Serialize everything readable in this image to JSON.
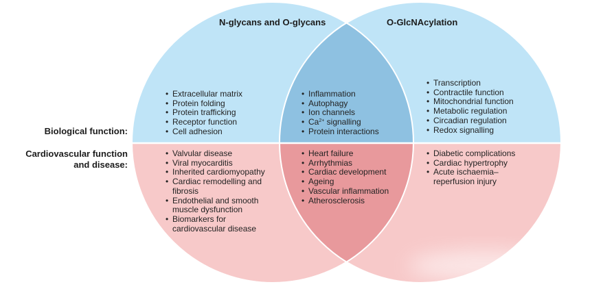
{
  "colors": {
    "blue": "#bfe4f7",
    "blue_overlap": "#8ec1e1",
    "pink": "#f7c9c9",
    "pink_overlap": "#e8999c",
    "divider": "#ffffff"
  },
  "circles": {
    "left_title": "N-glycans and O-glycans",
    "right_title": "O-GlcNAcylation"
  },
  "rows": {
    "biological_label": "Biological function:",
    "cardio_label_line1": "Cardiovascular function",
    "cardio_label_line2": "and disease:"
  },
  "biological": {
    "left": [
      "Extracellular matrix",
      "Protein folding",
      "Protein trafficking",
      "Receptor function",
      "Cell adhesion"
    ],
    "center": [
      "Inflammation",
      "Autophagy",
      "Ion channels",
      "Ca",
      "Protein interactions"
    ],
    "center_ca_sup": "2+",
    "center_ca_rest": " signalling",
    "right": [
      "Transcription",
      "Contractile function",
      "Mitochondrial function",
      "Metabolic regulation",
      "Circadian regulation",
      "Redox signalling"
    ]
  },
  "cardio": {
    "left": [
      "Valvular disease",
      "Viral myocarditis",
      "Inherited cardiomyopathy",
      "Cardiac remodelling and fibrosis",
      "Endothelial and smooth muscle dysfunction",
      "Biomarkers for cardiovascular disease"
    ],
    "center": [
      "Heart failure",
      "Arrhythmias",
      "Cardiac development",
      "Ageing",
      "Vascular inflammation",
      "Atherosclerosis"
    ],
    "right": [
      "Diabetic complications",
      "Cardiac hypertrophy",
      "Acute ischaemia–reperfusion injury"
    ]
  }
}
